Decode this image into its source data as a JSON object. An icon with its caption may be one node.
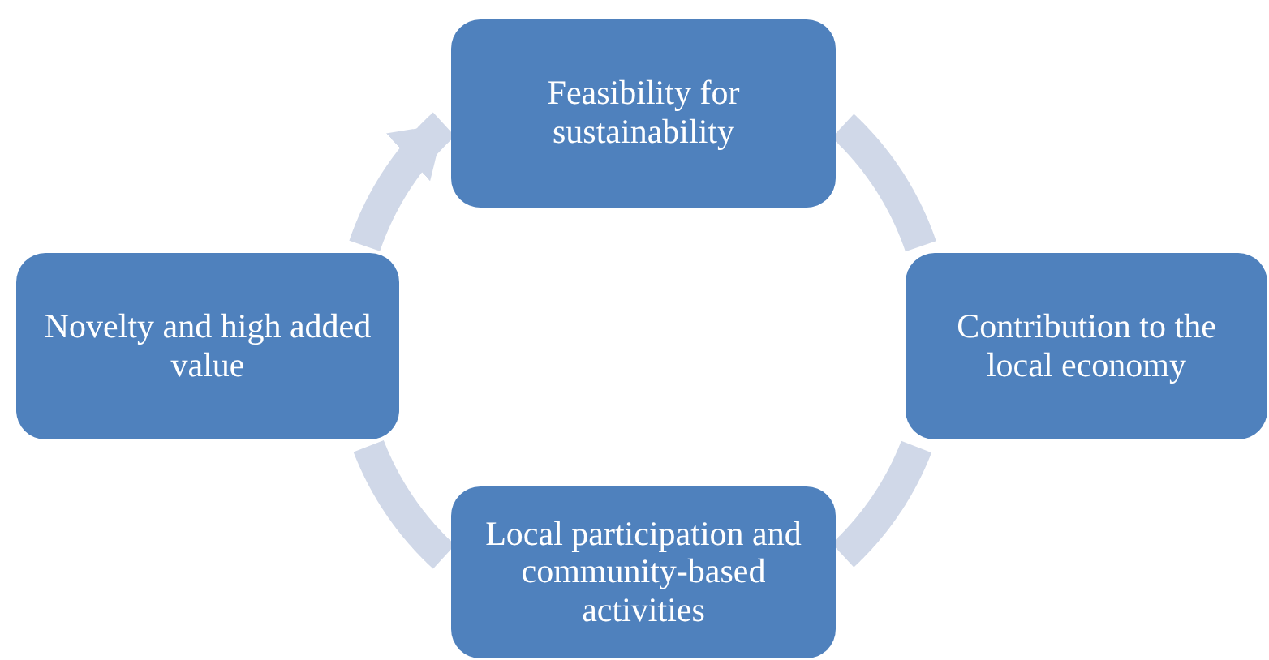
{
  "diagram": {
    "nodes": [
      {
        "text": [
          "Feasibility for sustainability"
        ]
      },
      {
        "text": [
          "Novelty and high added value"
        ]
      },
      {
        "text": [
          "Contribution to the local economy"
        ]
      },
      {
        "text": [
          "Local participation and community-based activities"
        ]
      }
    ],
    "edges": [
      {
        "from": 1,
        "to": 0,
        "arrow": "to"
      },
      {
        "from": 0,
        "to": 2,
        "arrow": "none"
      },
      {
        "from": 2,
        "to": 3,
        "arrow": "none"
      },
      {
        "from": 3,
        "to": 1,
        "arrow": "none"
      }
    ]
  }
}
